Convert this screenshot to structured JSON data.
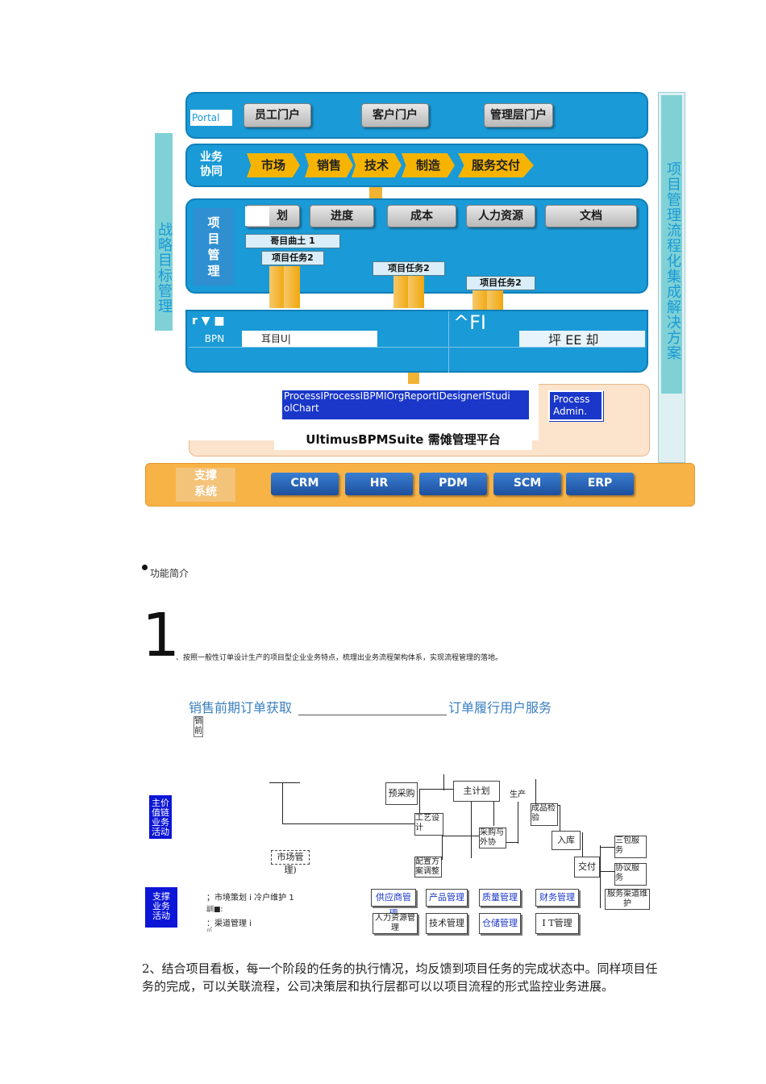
{
  "diagram": {
    "portal_label": "Portal",
    "portals": [
      "员工门户",
      "客户门户",
      "管理层门户"
    ],
    "biz_label": "业务\n协同",
    "biz_steps": [
      "市场",
      "销售",
      "技术",
      "制造",
      "服务交付"
    ],
    "pm_label": "项\n目\n管\n理",
    "pm_tabs": [
      "划",
      "进度",
      "成本",
      "人力资源",
      "文档"
    ],
    "pm_sub": [
      "哥目曲土 1",
      "项目任务2"
    ],
    "tasks": [
      "项目任务2",
      "项目任务2"
    ],
    "bpn_row": {
      "marker": "r ▼ ■",
      "fi": "^FI",
      "bpn": "BPN",
      "item": "耳目U|",
      "right": "坪 EE 却"
    },
    "platform_tools": "ProcessIProcessIBPMIOrgReportIDesignerIStudi olChart",
    "process_admin": "Process Admin.",
    "platform_title": "UltimusBPMSuite 需傩管理平台",
    "support_label": "支撑\n系统",
    "systems": [
      "CRM",
      "HR",
      "PDM",
      "SCM",
      "ERP"
    ],
    "left_vertical": "战略目标管理",
    "right_vertical": "项目管理流程化集成解决方案"
  },
  "section": {
    "bullet_title": "功能简介",
    "num1": "1",
    "point1": "、按照一般性订单设计生产的项目型企业业务特点，梳理出业务流程架构体系，实现流程管理的落地。"
  },
  "flow": {
    "header_left": "销售前期订单获取",
    "header_right": "订单履行用户服务",
    "small_mark": "销前",
    "main_label": "主价值链业务活动",
    "support_label": "支撑业务活动",
    "market_mgmt": "市场管理)",
    "pre_purchase": "预采购",
    "master_plan": "主计划",
    "produce": "生产",
    "process_design": "工艺设计",
    "purchase": "采购与外协",
    "config": "配置方案调整",
    "inspection": "成品检验",
    "warehouse_in": "入库",
    "delivery": "交付",
    "three_pack": "三包服务",
    "protocol": "协议服务",
    "channel_maint": "服务渠道维护",
    "support_notes": [
      "；市境策划 i 冷户维护 1",
      "訓■:",
      "：渠道管理 i",
      "㎡"
    ],
    "support_boxes_row1": [
      "供应商管理",
      "产品管理",
      "质量管理",
      "财务管理"
    ],
    "support_boxes_row2": [
      "人力资源管理",
      "技术管理",
      "仓储管理",
      "I T管理"
    ]
  },
  "para2": "2、结合项目看板，每一个阶段的任务的执行情况，均反馈到项目任务的完成状态中。同样项目任务的完成，可以关联流程，公司决策层和执行层都可以以项目流程的形式监控业务进展。"
}
